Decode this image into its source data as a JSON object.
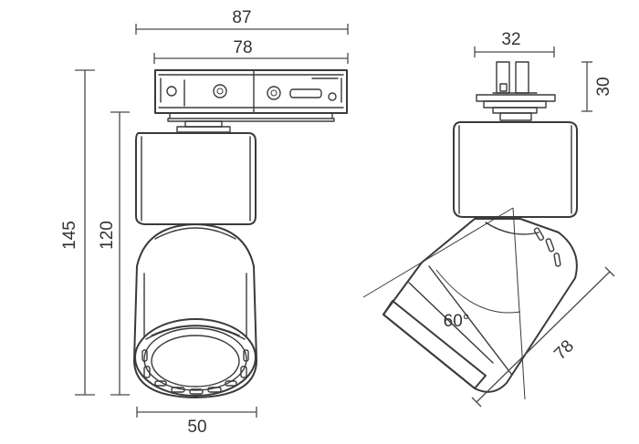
{
  "labels": {
    "width_overall": "87",
    "width_rail": "78",
    "height_total": "145",
    "height_body": "120",
    "width_head": "50",
    "width_side": "32",
    "height_adapter": "30",
    "tilt_angle": "60°",
    "head_length": "78"
  }
}
